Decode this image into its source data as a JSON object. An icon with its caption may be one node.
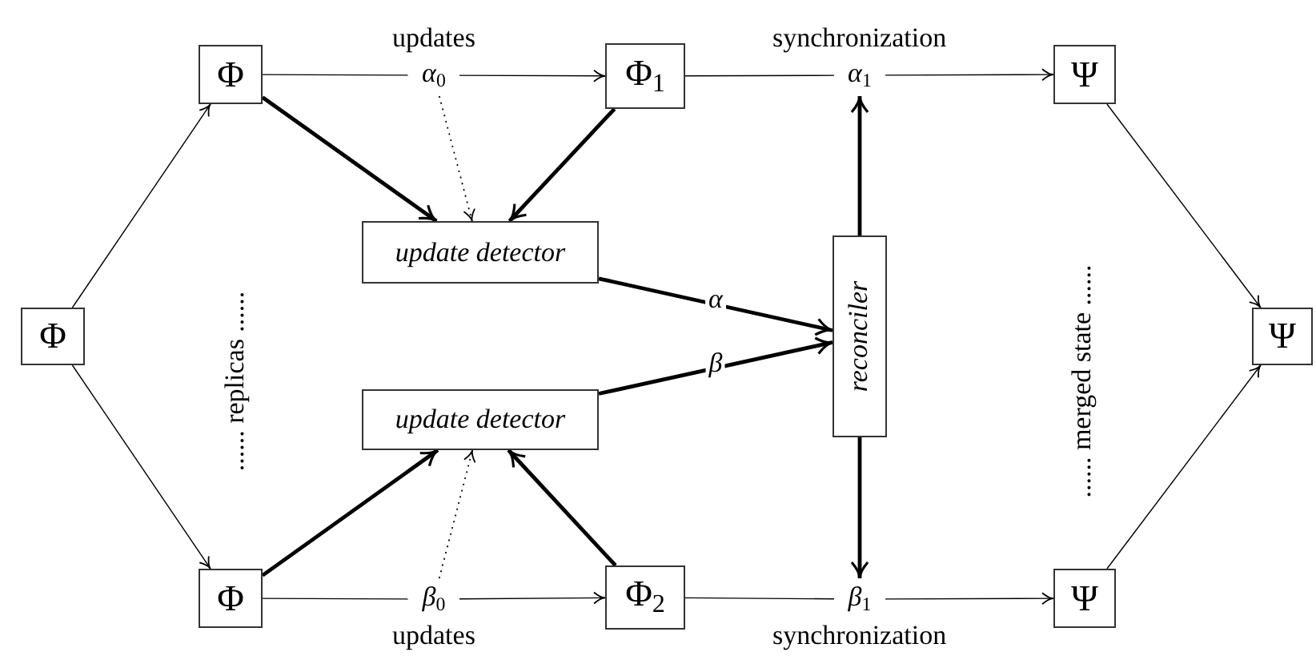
{
  "diagram": {
    "nodes": [
      {
        "text": [
          "Φ"
        ]
      },
      {
        "text": [
          "Φ"
        ]
      },
      {
        "text": [
          "*α*$_{0}$"
        ],
        "beside": [
          "updates"
        ]
      },
      {
        "text": [
          "Φ$_{1}$"
        ]
      },
      {
        "text": [
          "*α*$_{1}$"
        ],
        "beside": [
          "synchronization"
        ]
      },
      {
        "text": [
          "Ψ"
        ]
      },
      {
        "text": [
          "update detector"
        ]
      },
      {
        "text": [
          "reconciler"
        ]
      },
      {
        "text": [
          "Ψ"
        ]
      },
      {
        "text": [
          "update detector"
        ]
      },
      {
        "text": [
          "Φ"
        ]
      },
      {
        "text": [
          "*β*$_{0}$"
        ],
        "beside": [
          "updates"
        ]
      },
      {
        "text": [
          "Φ$_{2}$"
        ]
      },
      {
        "text": [
          "*β*$_{1}$"
        ],
        "beside": [
          "synchronization"
        ]
      },
      {
        "text": [
          "Ψ"
        ]
      }
    ],
    "edges": [
      {
        "from": 0,
        "to": 1,
        "arrow": "to"
      },
      {
        "from": 0,
        "to": 10,
        "arrow": "to"
      },
      {
        "from": 1,
        "to": 2,
        "arrow": "none"
      },
      {
        "from": 2,
        "to": 3,
        "arrow": "to"
      },
      {
        "from": 3,
        "to": 4,
        "arrow": "none"
      },
      {
        "from": 4,
        "to": 5,
        "arrow": "to"
      },
      {
        "from": 5,
        "to": 8,
        "arrow": "to"
      },
      {
        "from": 14,
        "to": 8,
        "arrow": "to"
      },
      {
        "from": 10,
        "to": 11,
        "arrow": "none"
      },
      {
        "from": 11,
        "to": 12,
        "arrow": "to"
      },
      {
        "from": 12,
        "to": 13,
        "arrow": "none"
      },
      {
        "from": 13,
        "to": 14,
        "arrow": "to"
      },
      {
        "from": 1,
        "to": 6,
        "arrow": "to",
        "style": "thick"
      },
      {
        "from": 3,
        "to": 6,
        "arrow": "to",
        "style": "thick"
      },
      {
        "from": 2,
        "to": 6,
        "arrow": "to",
        "style": "dashed"
      },
      {
        "from": 6,
        "to": 7,
        "arrow": "to",
        "style": "thick",
        "label": "*α*"
      },
      {
        "from": 9,
        "to": 7,
        "arrow": "to",
        "style": "thick",
        "label": "*β*"
      },
      {
        "from": 7,
        "to": 4,
        "arrow": "to",
        "style": "thick"
      },
      {
        "from": 7,
        "to": 13,
        "arrow": "to",
        "style": "thick"
      },
      {
        "from": 10,
        "to": 9,
        "arrow": "to",
        "style": "thick"
      },
      {
        "from": 12,
        "to": 9,
        "arrow": "to",
        "style": "thick"
      },
      {
        "from": 11,
        "to": 9,
        "arrow": "to",
        "style": "dashed"
      }
    ],
    "labels": [
      "...... replicas ......",
      "...... merged state ......"
    ]
  }
}
